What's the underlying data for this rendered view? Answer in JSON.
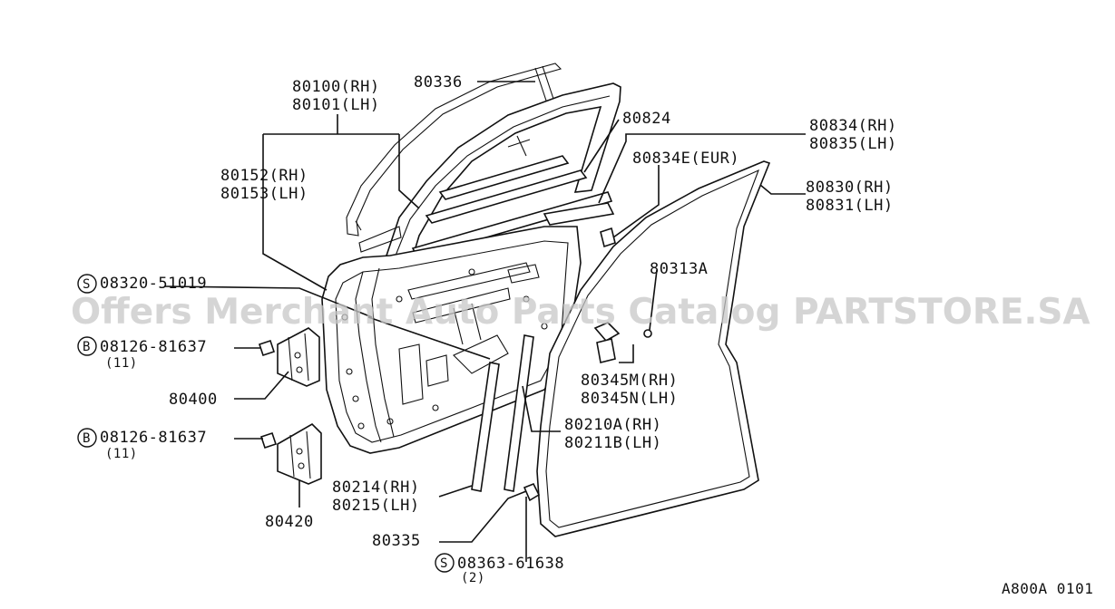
{
  "diagram": {
    "labels": {
      "p80100": "80100(RH)",
      "p80101": "80101(LH)",
      "p80336": "80336",
      "p80824": "80824",
      "p80834": "80834(RH)",
      "p80835": "80835(LH)",
      "p80834e": "80834E(EUR)",
      "p80152": "80152(RH)",
      "p80153": "80153(LH)",
      "p80830": "80830(RH)",
      "p80831": "80831(LH)",
      "p08320": "08320-51019",
      "p80313a": "80313A",
      "p08126a": "08126-81637",
      "q11a": "(11)",
      "p80400": "80400",
      "p80345m": "80345M(RH)",
      "p80345n": "80345N(LH)",
      "p80210a": "80210A(RH)",
      "p80211b": "80211B(LH)",
      "p08126b": "08126-81637",
      "q11b": "(11)",
      "p80214": "80214(RH)",
      "p80215": "80215(LH)",
      "p80420": "80420",
      "p80335": "80335",
      "p08363": "08363-61638",
      "q2": "(2)"
    },
    "symbols": {
      "s1": "S",
      "b1": "B",
      "b2": "B",
      "s2": "S"
    },
    "watermark": "Offers Merchant Auto Parts Catalog PARTSTORE.SA",
    "figure_code": "A800A 0101"
  }
}
